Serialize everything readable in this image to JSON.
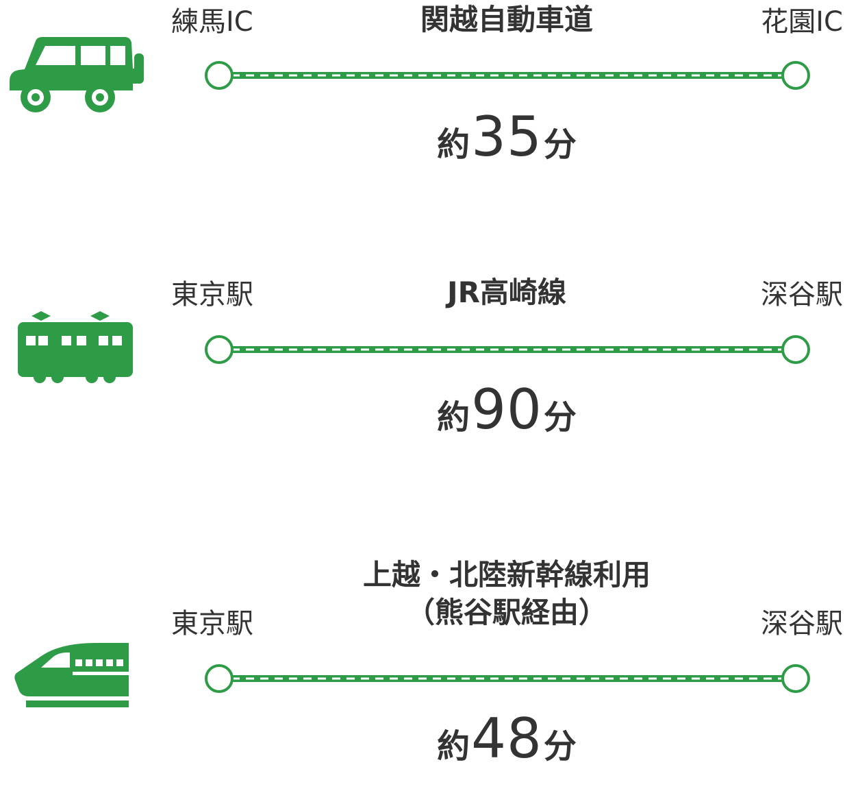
{
  "colors": {
    "accent": "#2e9c47",
    "text": "#333333"
  },
  "routes": [
    {
      "icon": "car-icon",
      "from": "練馬IC",
      "to": "花園IC",
      "route_line1": "関越自動車道",
      "route_line2": "",
      "time_prefix": "約",
      "time_value": "35",
      "time_suffix": "分"
    },
    {
      "icon": "train-icon",
      "from": "東京駅",
      "to": "深谷駅",
      "route_line1": "JR高崎線",
      "route_line2": "",
      "time_prefix": "約",
      "time_value": "90",
      "time_suffix": "分"
    },
    {
      "icon": "shinkansen-icon",
      "from": "東京駅",
      "to": "深谷駅",
      "route_line1": "上越・北陸新幹線利用",
      "route_line2": "（熊谷駅経由）",
      "time_prefix": "約",
      "time_value": "48",
      "time_suffix": "分"
    }
  ]
}
